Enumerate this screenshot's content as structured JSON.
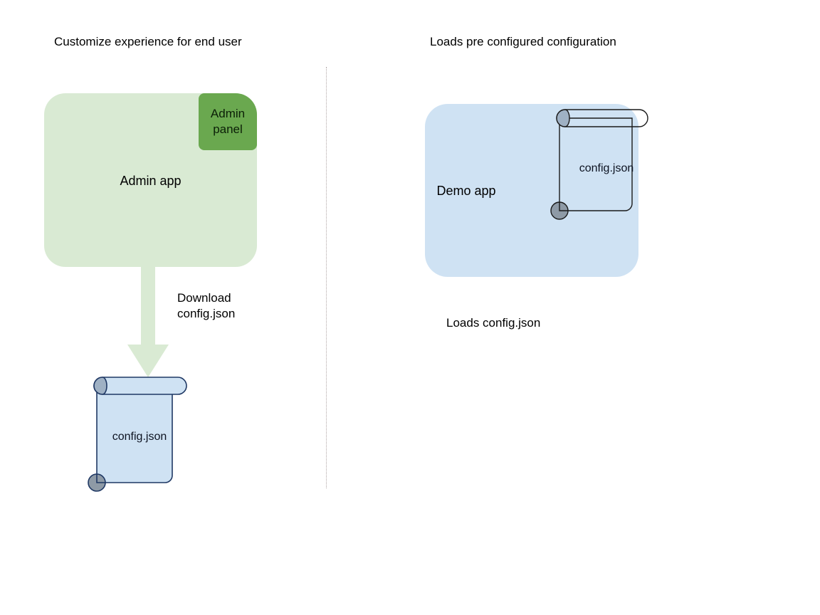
{
  "diagram": {
    "title_left": "Customize experience for end user",
    "title_right": "Loads pre configured configuration",
    "divider": "vertical-dotted-divider",
    "left_column": {
      "app_card": {
        "label": "Admin app",
        "fill": "#d9ead3"
      },
      "admin_panel": {
        "label": "Admin\npanel",
        "fill": "#6aa84f"
      },
      "arrow": {
        "label": "Download\nconfig.json",
        "fill": "#d9ead3",
        "direction": "down"
      },
      "document": {
        "label": "config.json",
        "fill": "#cfe2f3",
        "stroke": "#1f3864"
      }
    },
    "right_column": {
      "app_card": {
        "label": "Demo app",
        "fill": "#cfe2f3"
      },
      "document": {
        "label": "config.json",
        "fill": "transparent",
        "stroke": "#1a1a1a"
      },
      "caption": "Loads config.json"
    }
  }
}
